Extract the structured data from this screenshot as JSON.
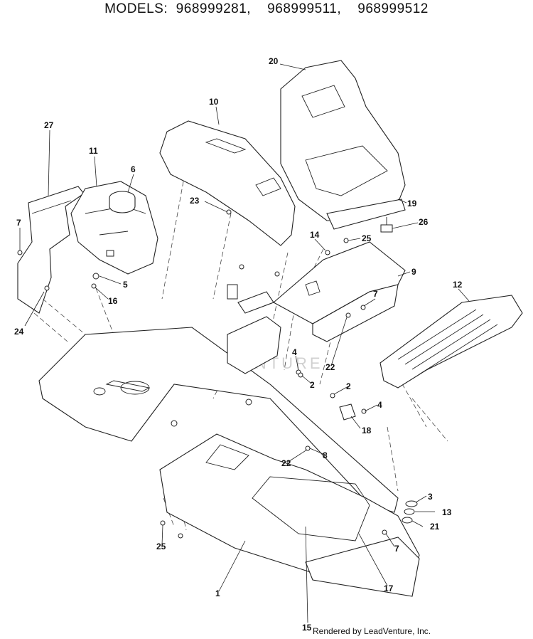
{
  "header": {
    "title": "MODELS:  968999281,    968999511,    968999512"
  },
  "footer": {
    "credit": "Rendered by LeadVenture, Inc."
  },
  "watermark": {
    "text": "LEADVENTURE"
  },
  "callouts": {
    "c1": "1",
    "c2a": "2",
    "c2b": "2",
    "c3": "3",
    "c4a": "4",
    "c4b": "4",
    "c5": "5",
    "c6": "6",
    "c7a": "7",
    "c7b": "7",
    "c7c": "7",
    "c8": "8",
    "c9": "9",
    "c10": "10",
    "c11": "11",
    "c12": "12",
    "c13": "13",
    "c14": "14",
    "c15": "15",
    "c16": "16",
    "c17": "17",
    "c18": "18",
    "c19": "19",
    "c20": "20",
    "c21": "21",
    "c22a": "22",
    "c22b": "22",
    "c23": "23",
    "c24": "24",
    "c25a": "25",
    "c25b": "25",
    "c26": "26",
    "c27": "27"
  }
}
